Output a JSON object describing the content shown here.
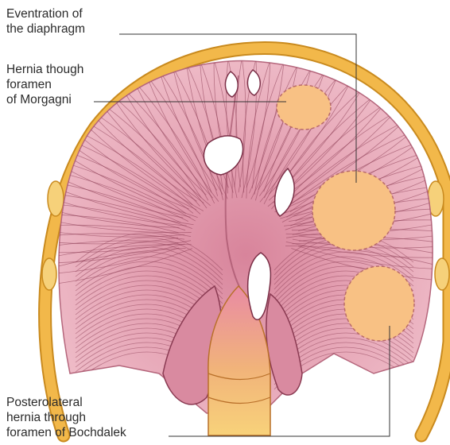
{
  "labels": {
    "eventration": [
      "Eventration of",
      "the diaphragm"
    ],
    "morgagni": [
      "Hernia though",
      "foramen",
      "of Morgagni"
    ],
    "bochdalek": [
      "Posterolateral",
      "hernia through",
      "foramen of Bochdalek"
    ]
  },
  "colors": {
    "rib": "#f2b84a",
    "rib_edge": "#c98a1e",
    "muscle": "#e6a2b3",
    "muscle_dark": "#c86f88",
    "fiber": "#8a3a52",
    "hernia_fill": "#f8c184",
    "hernia_edge": "#b86a6a",
    "aorta": "#f5c973",
    "leader_line": "#333333"
  }
}
